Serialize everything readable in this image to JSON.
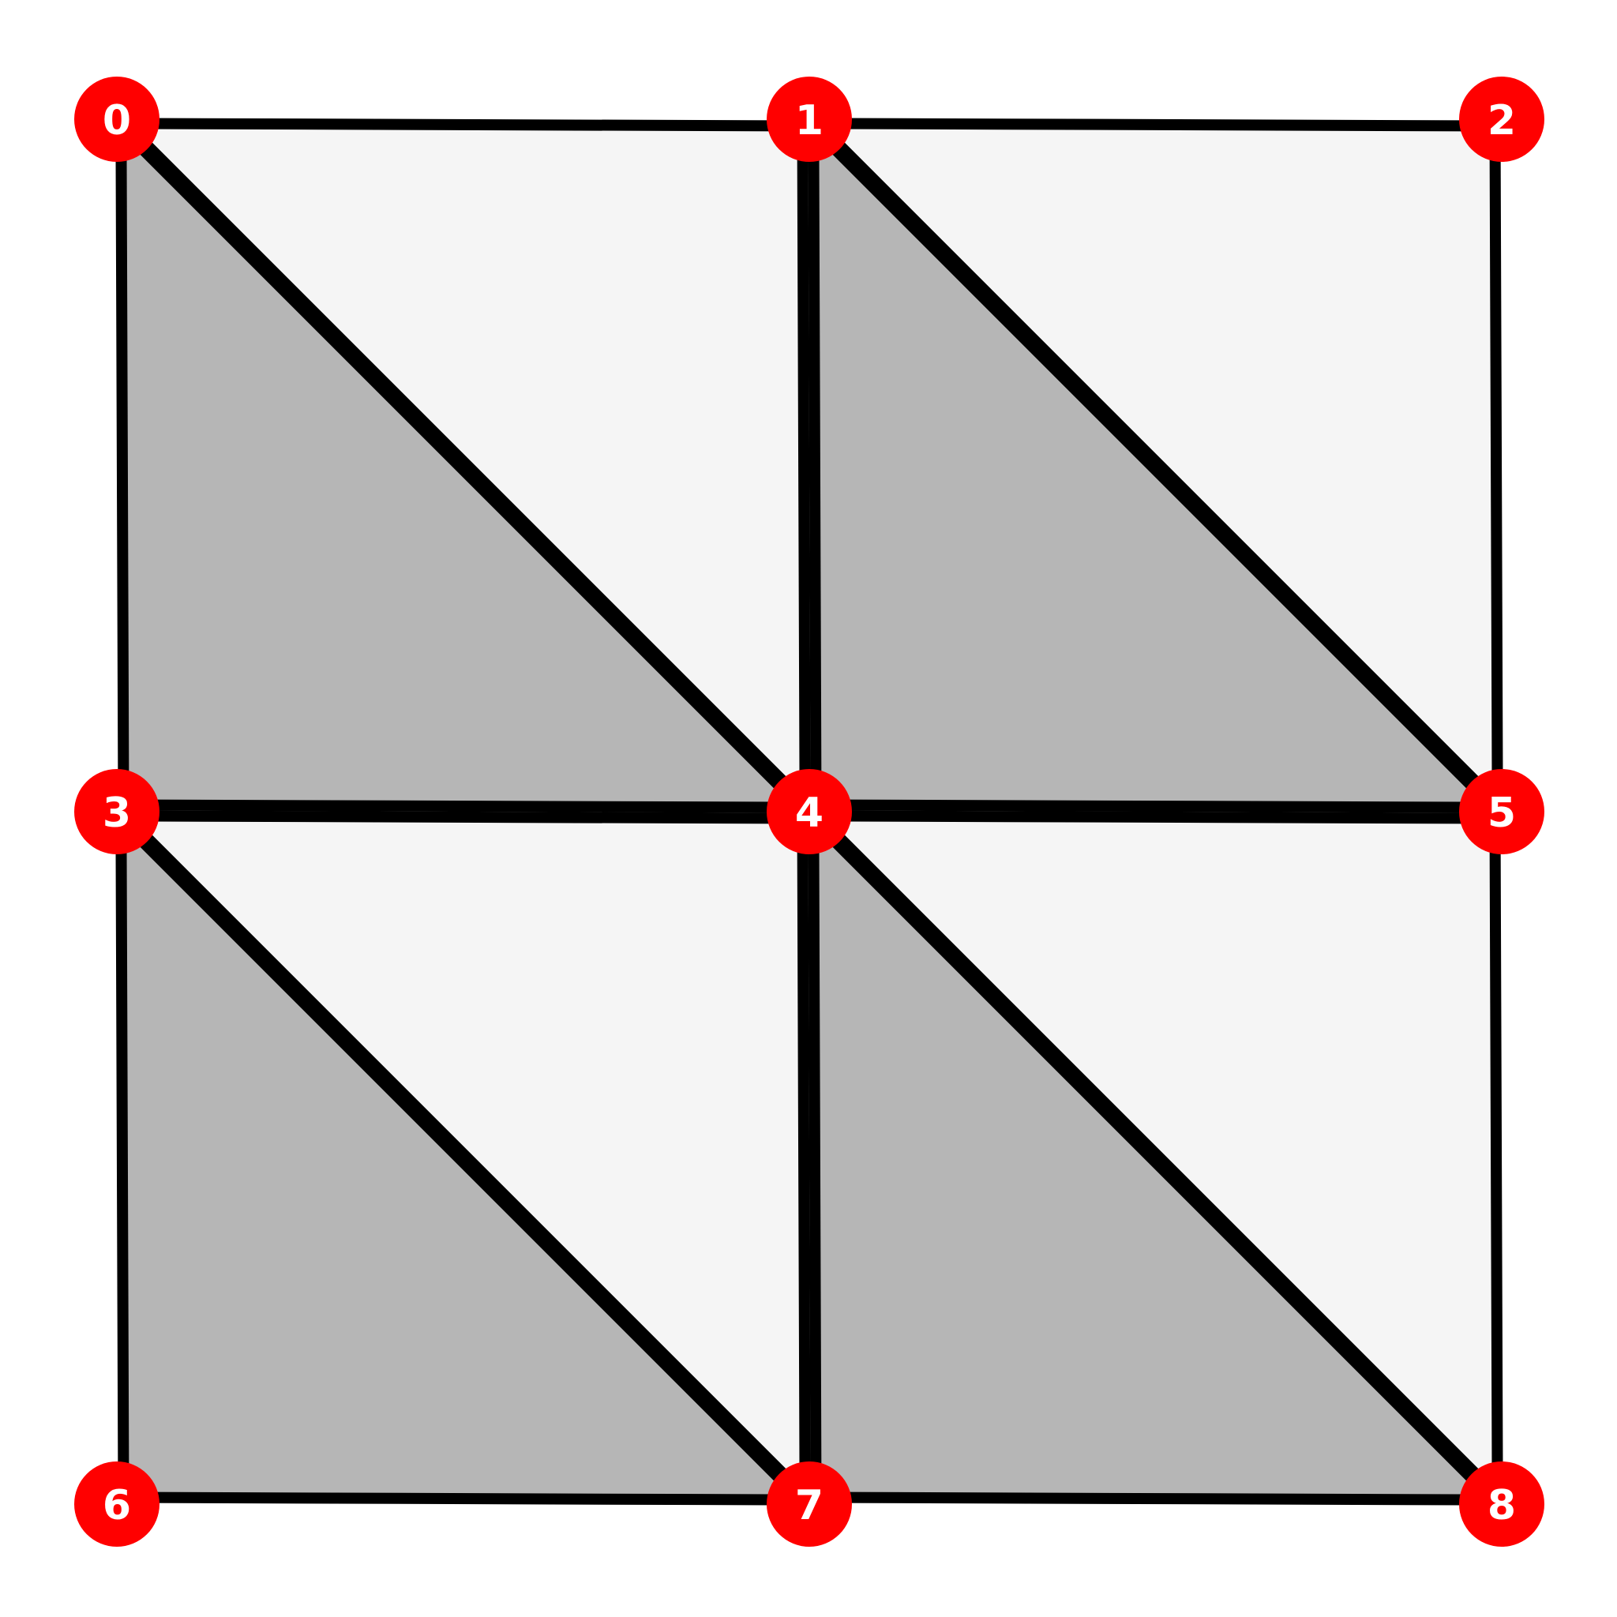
{
  "colors": {
    "background": "#ffffff",
    "light_triangle": "#f5f5f5",
    "dark_triangle": "#b6b6b6",
    "edge": "#000000",
    "vertex_fill": "#ff0000",
    "vertex_text": "#ffffff"
  },
  "vertices": [
    {
      "label": "0",
      "row": 0,
      "col": 0
    },
    {
      "label": "1",
      "row": 0,
      "col": 1
    },
    {
      "label": "2",
      "row": 0,
      "col": 2
    },
    {
      "label": "3",
      "row": 1,
      "col": 0
    },
    {
      "label": "4",
      "row": 1,
      "col": 1
    },
    {
      "label": "5",
      "row": 1,
      "col": 2
    },
    {
      "label": "6",
      "row": 2,
      "col": 0
    },
    {
      "label": "7",
      "row": 2,
      "col": 1
    },
    {
      "label": "8",
      "row": 2,
      "col": 2
    }
  ],
  "triangles": [
    {
      "vertices": [
        0,
        1,
        4
      ],
      "shade": "light"
    },
    {
      "vertices": [
        0,
        4,
        3
      ],
      "shade": "dark"
    },
    {
      "vertices": [
        1,
        2,
        5
      ],
      "shade": "light"
    },
    {
      "vertices": [
        1,
        5,
        4
      ],
      "shade": "dark"
    },
    {
      "vertices": [
        3,
        4,
        7
      ],
      "shade": "light"
    },
    {
      "vertices": [
        3,
        7,
        6
      ],
      "shade": "dark"
    },
    {
      "vertices": [
        4,
        5,
        8
      ],
      "shade": "light"
    },
    {
      "vertices": [
        4,
        8,
        7
      ],
      "shade": "dark"
    }
  ]
}
